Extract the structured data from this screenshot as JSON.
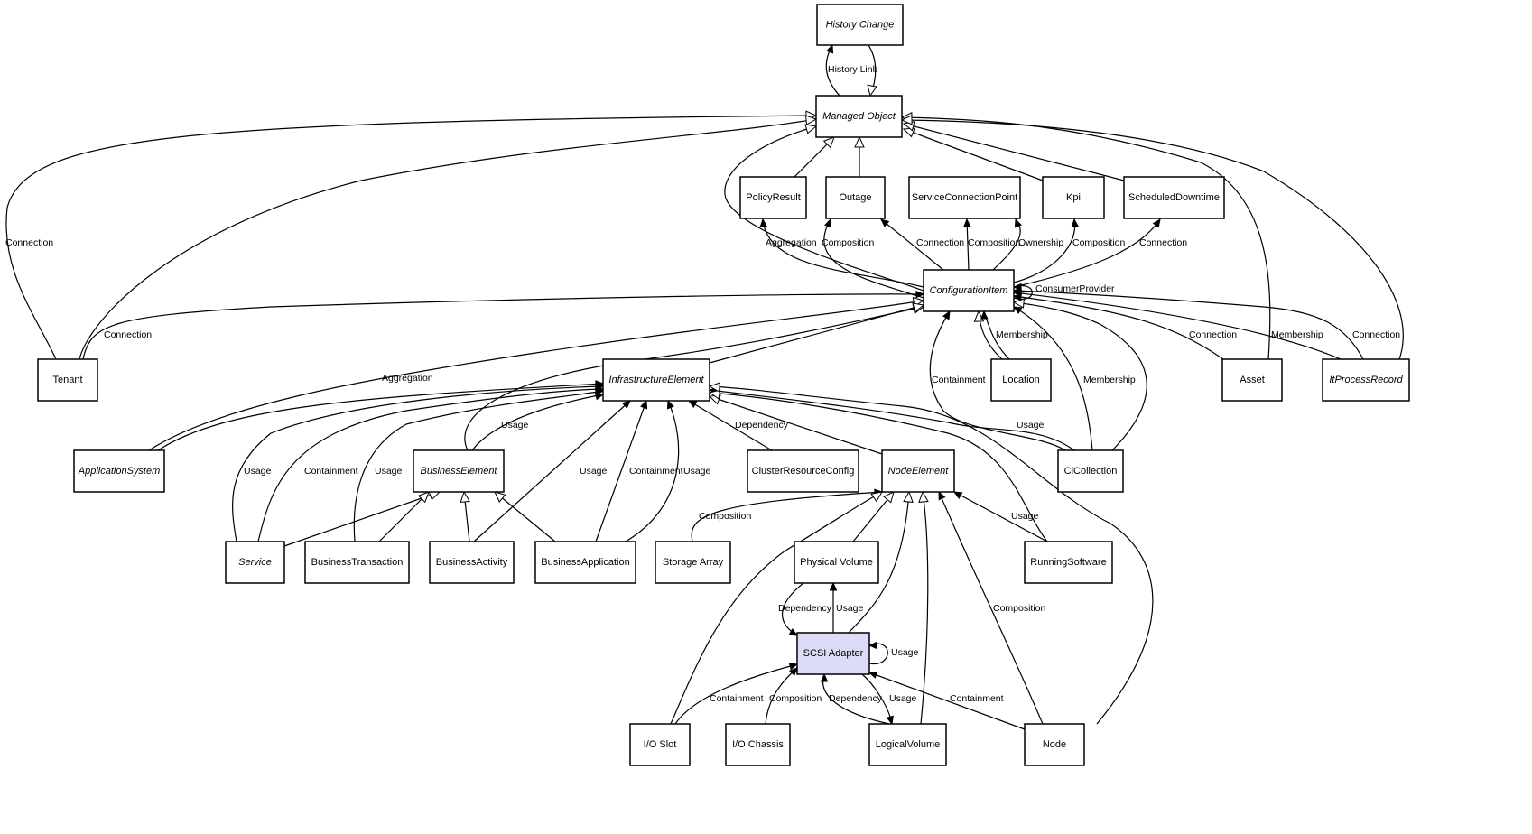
{
  "diagram": {
    "title": "Managed Object class relationship diagram",
    "highlight_color": "#dcdcf8",
    "nodes": [
      {
        "id": "history_change",
        "label": "History Change",
        "italic": true
      },
      {
        "id": "managed_object",
        "label": "Managed Object",
        "italic": true
      },
      {
        "id": "policy_result",
        "label": "PolicyResult",
        "italic": false
      },
      {
        "id": "outage",
        "label": "Outage",
        "italic": false
      },
      {
        "id": "service_connection_point",
        "label": "ServiceConnectionPoint",
        "italic": false
      },
      {
        "id": "kpi",
        "label": "Kpi",
        "italic": false
      },
      {
        "id": "scheduled_downtime",
        "label": "ScheduledDowntime",
        "italic": false
      },
      {
        "id": "configuration_item",
        "label": "ConfigurationItem",
        "italic": true
      },
      {
        "id": "tenant",
        "label": "Tenant",
        "italic": false
      },
      {
        "id": "infrastructure_element",
        "label": "InfrastructureElement",
        "italic": true
      },
      {
        "id": "location",
        "label": "Location",
        "italic": false
      },
      {
        "id": "asset",
        "label": "Asset",
        "italic": false
      },
      {
        "id": "it_process_record",
        "label": "ItProcessRecord",
        "italic": true
      },
      {
        "id": "application_system",
        "label": "ApplicationSystem",
        "italic": true
      },
      {
        "id": "business_element",
        "label": "BusinessElement",
        "italic": true
      },
      {
        "id": "cluster_resource_config",
        "label": "ClusterResourceConfig",
        "italic": false
      },
      {
        "id": "node_element",
        "label": "NodeElement",
        "italic": true
      },
      {
        "id": "ci_collection",
        "label": "CiCollection",
        "italic": false
      },
      {
        "id": "service",
        "label": "Service",
        "italic": true
      },
      {
        "id": "business_transaction",
        "label": "BusinessTransaction",
        "italic": false
      },
      {
        "id": "business_activity",
        "label": "BusinessActivity",
        "italic": false
      },
      {
        "id": "business_application",
        "label": "BusinessApplication",
        "italic": false
      },
      {
        "id": "storage_array",
        "label": "Storage Array",
        "italic": false
      },
      {
        "id": "physical_volume",
        "label": "Physical Volume",
        "italic": false
      },
      {
        "id": "running_software",
        "label": "RunningSoftware",
        "italic": false
      },
      {
        "id": "scsi_adapter",
        "label": "SCSI Adapter",
        "italic": false,
        "highlighted": true
      },
      {
        "id": "io_slot",
        "label": "I/O Slot",
        "italic": false
      },
      {
        "id": "io_chassis",
        "label": "I/O Chassis",
        "italic": false
      },
      {
        "id": "logical_volume",
        "label": "LogicalVolume",
        "italic": false
      },
      {
        "id": "node",
        "label": "Node",
        "italic": false
      }
    ],
    "edges": [
      {
        "from": "managed_object",
        "to": "history_change",
        "label": "History Link",
        "type": "association"
      },
      {
        "from": "history_change",
        "to": "managed_object",
        "label": "",
        "type": "inheritance"
      },
      {
        "from": "policy_result",
        "to": "managed_object",
        "label": "",
        "type": "inheritance"
      },
      {
        "from": "outage",
        "to": "managed_object",
        "label": "",
        "type": "inheritance"
      },
      {
        "from": "kpi",
        "to": "managed_object",
        "label": "",
        "type": "inheritance"
      },
      {
        "from": "scheduled_downtime",
        "to": "managed_object",
        "label": "",
        "type": "inheritance"
      },
      {
        "from": "configuration_item",
        "to": "managed_object",
        "label": "",
        "type": "inheritance"
      },
      {
        "from": "tenant",
        "to": "managed_object",
        "label": "Connection",
        "type": "inheritance"
      },
      {
        "from": "tenant",
        "to": "managed_object",
        "label": "",
        "type": "inheritance"
      },
      {
        "from": "asset",
        "to": "managed_object",
        "label": "",
        "type": "inheritance"
      },
      {
        "from": "it_process_record",
        "to": "managed_object",
        "label": "",
        "type": "inheritance"
      },
      {
        "from": "configuration_item",
        "to": "policy_result",
        "label": "Aggregation",
        "type": "association"
      },
      {
        "from": "configuration_item",
        "to": "outage",
        "label": "Composition",
        "type": "association"
      },
      {
        "from": "configuration_item",
        "to": "outage",
        "label": "Connection",
        "type": "association"
      },
      {
        "from": "configuration_item",
        "to": "service_connection_point",
        "label": "Composition",
        "type": "association"
      },
      {
        "from": "configuration_item",
        "to": "service_connection_point",
        "label": "Ownership",
        "type": "association"
      },
      {
        "from": "configuration_item",
        "to": "kpi",
        "label": "Composition",
        "type": "association"
      },
      {
        "from": "configuration_item",
        "to": "scheduled_downtime",
        "label": "Connection",
        "type": "association"
      },
      {
        "from": "configuration_item",
        "to": "configuration_item",
        "label": "ConsumerProvider",
        "type": "association"
      },
      {
        "from": "tenant",
        "to": "configuration_item",
        "label": "Connection",
        "type": "association"
      },
      {
        "from": "application_system",
        "to": "configuration_item",
        "label": "",
        "type": "inheritance"
      },
      {
        "from": "business_element",
        "to": "configuration_item",
        "label": "",
        "type": "inheritance"
      },
      {
        "from": "infrastructure_element",
        "to": "configuration_item",
        "label": "",
        "type": "inheritance"
      },
      {
        "from": "location",
        "to": "configuration_item",
        "label": "",
        "type": "inheritance"
      },
      {
        "from": "location",
        "to": "configuration_item",
        "label": "Membership",
        "type": "association"
      },
      {
        "from": "ci_collection",
        "to": "configuration_item",
        "label": "Containment",
        "type": "association"
      },
      {
        "from": "ci_collection",
        "to": "configuration_item",
        "label": "Membership",
        "type": "association"
      },
      {
        "from": "ci_collection",
        "to": "configuration_item",
        "label": "",
        "type": "inheritance"
      },
      {
        "from": "asset",
        "to": "configuration_item",
        "label": "Connection",
        "type": "association"
      },
      {
        "from": "it_process_record",
        "to": "configuration_item",
        "label": "Membership",
        "type": "association"
      },
      {
        "from": "it_process_record",
        "to": "configuration_item",
        "label": "Connection",
        "type": "association"
      },
      {
        "from": "application_system",
        "to": "infrastructure_element",
        "label": "Aggregation",
        "type": "association"
      },
      {
        "from": "service",
        "to": "infrastructure_element",
        "label": "Usage",
        "type": "association"
      },
      {
        "from": "service",
        "to": "infrastructure_element",
        "label": "Containment",
        "type": "association"
      },
      {
        "from": "business_transaction",
        "to": "infrastructure_element",
        "label": "Usage",
        "type": "association"
      },
      {
        "from": "business_element",
        "to": "infrastructure_element",
        "label": "Usage",
        "type": "association"
      },
      {
        "from": "business_activity",
        "to": "infrastructure_element",
        "label": "Usage",
        "type": "association"
      },
      {
        "from": "business_application",
        "to": "infrastructure_element",
        "label": "Containment",
        "type": "association"
      },
      {
        "from": "business_application",
        "to": "infrastructure_element",
        "label": "Usage",
        "type": "association"
      },
      {
        "from": "cluster_resource_config",
        "to": "infrastructure_element",
        "label": "Dependency",
        "type": "association"
      },
      {
        "from": "node_element",
        "to": "infrastructure_element",
        "label": "",
        "type": "inheritance"
      },
      {
        "from": "ci_collection",
        "to": "infrastructure_element",
        "label": "Usage",
        "type": "association"
      },
      {
        "from": "running_software",
        "to": "infrastructure_element",
        "label": "",
        "type": "inheritance"
      },
      {
        "from": "node",
        "to": "infrastructure_element",
        "label": "",
        "type": "inheritance"
      },
      {
        "from": "service",
        "to": "business_element",
        "label": "",
        "type": "inheritance"
      },
      {
        "from": "business_transaction",
        "to": "business_element",
        "label": "",
        "type": "inheritance"
      },
      {
        "from": "business_activity",
        "to": "business_element",
        "label": "",
        "type": "inheritance"
      },
      {
        "from": "business_application",
        "to": "business_element",
        "label": "",
        "type": "inheritance"
      },
      {
        "from": "storage_array",
        "to": "node_element",
        "label": "Composition",
        "type": "association"
      },
      {
        "from": "io_slot",
        "to": "node_element",
        "label": "",
        "type": "inheritance"
      },
      {
        "from": "physical_volume",
        "to": "node_element",
        "label": "",
        "type": "inheritance"
      },
      {
        "from": "scsi_adapter",
        "to": "node_element",
        "label": "",
        "type": "inheritance"
      },
      {
        "from": "logical_volume",
        "to": "node_element",
        "label": "",
        "type": "inheritance"
      },
      {
        "from": "node",
        "to": "node_element",
        "label": "Composition",
        "type": "association"
      },
      {
        "from": "running_software",
        "to": "node_element",
        "label": "Usage",
        "type": "association"
      },
      {
        "from": "physical_volume",
        "to": "scsi_adapter",
        "label": "Dependency",
        "type": "association"
      },
      {
        "from": "scsi_adapter",
        "to": "physical_volume",
        "label": "Usage",
        "type": "association"
      },
      {
        "from": "scsi_adapter",
        "to": "scsi_adapter",
        "label": "Usage",
        "type": "association"
      },
      {
        "from": "io_slot",
        "to": "scsi_adapter",
        "label": "Containment",
        "type": "association"
      },
      {
        "from": "io_chassis",
        "to": "scsi_adapter",
        "label": "Composition",
        "type": "association"
      },
      {
        "from": "logical_volume",
        "to": "scsi_adapter",
        "label": "Dependency",
        "type": "association"
      },
      {
        "from": "scsi_adapter",
        "to": "logical_volume",
        "label": "Usage",
        "type": "association"
      },
      {
        "from": "node",
        "to": "scsi_adapter",
        "label": "Containment",
        "type": "association"
      }
    ]
  }
}
